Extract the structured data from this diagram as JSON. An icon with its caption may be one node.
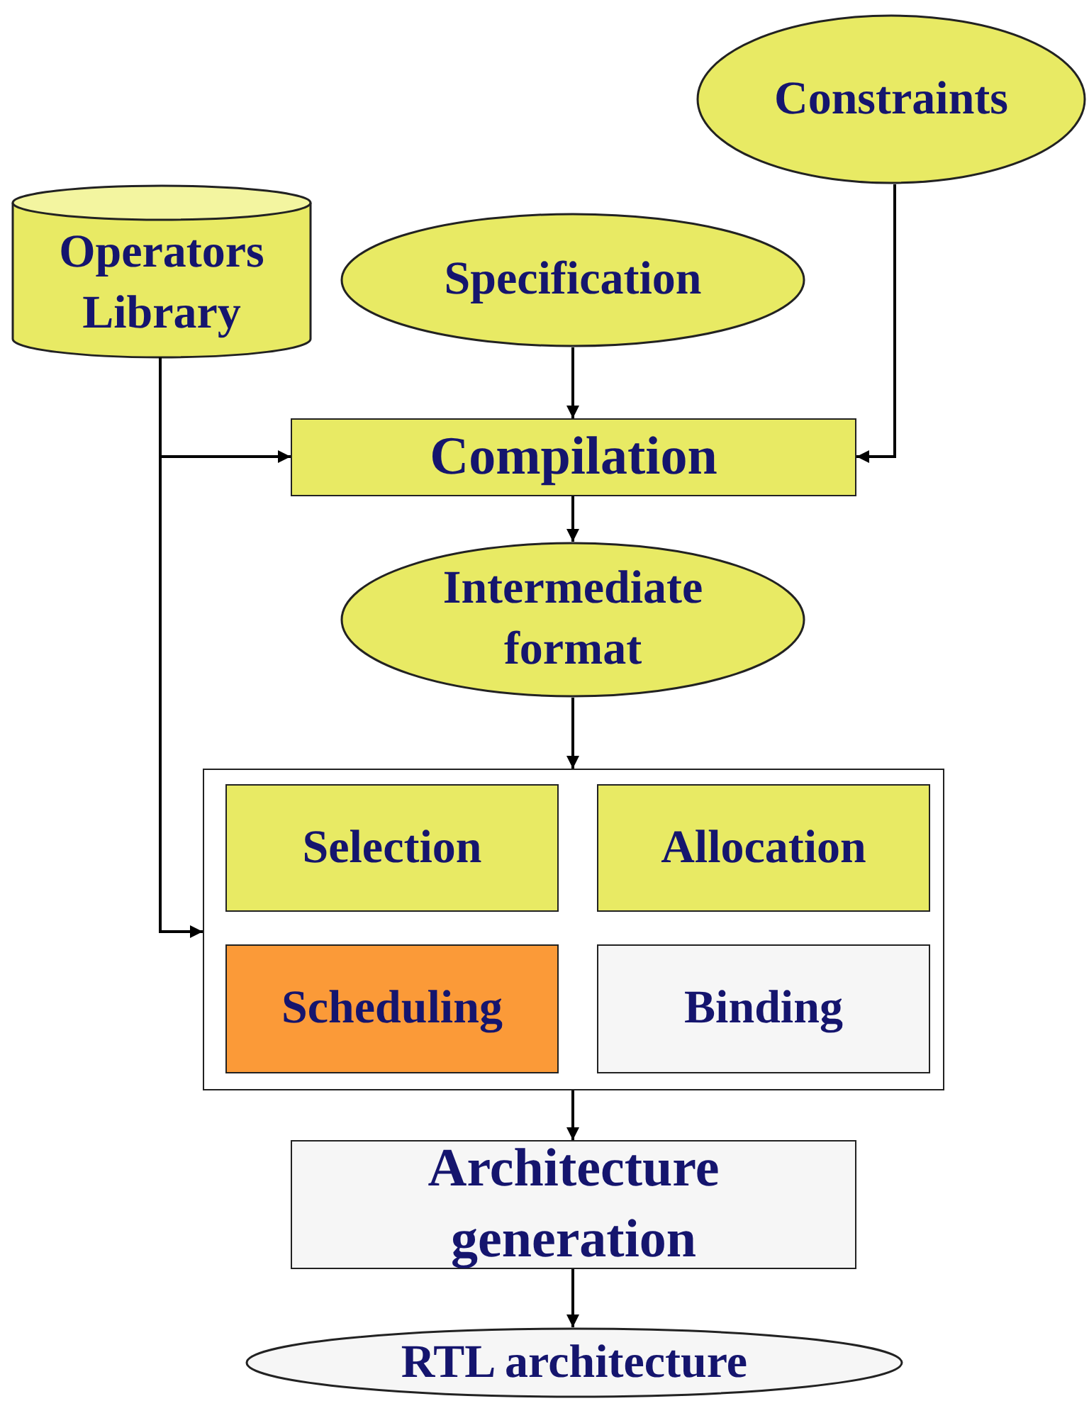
{
  "diagram": {
    "nodes": [
      {
        "text": [
          "Constraints"
        ]
      },
      {
        "text": [
          "Operators Library"
        ]
      },
      {
        "text": [
          "Specification"
        ]
      },
      {
        "text": [
          "Compilation"
        ]
      },
      {
        "text": [
          "Intermediate format"
        ]
      },
      {
        "text": [],
        "shape": "box"
      },
      {
        "text": [
          "Selection"
        ],
        "in": 5
      },
      {
        "text": [
          "Allocation"
        ],
        "in": 5
      },
      {
        "text": [
          "Scheduling"
        ],
        "in": 5
      },
      {
        "text": [
          "Binding"
        ],
        "in": 5
      },
      {
        "text": [
          "Architecture generation"
        ]
      },
      {
        "text": [
          "RTL architecture"
        ]
      }
    ],
    "edges": [
      {
        "from": 2,
        "to": 3,
        "arrow": "to"
      },
      {
        "from": 0,
        "to": 3,
        "arrow": "to"
      },
      {
        "from": 1,
        "to": 3,
        "arrow": "to"
      },
      {
        "from": 1,
        "to": 5,
        "arrow": "to"
      },
      {
        "from": 3,
        "to": 4,
        "arrow": "to"
      },
      {
        "from": 4,
        "to": 5,
        "arrow": "to"
      },
      {
        "from": 5,
        "to": 10,
        "arrow": "to"
      },
      {
        "from": 10,
        "to": 11,
        "arrow": "to"
      }
    ]
  }
}
